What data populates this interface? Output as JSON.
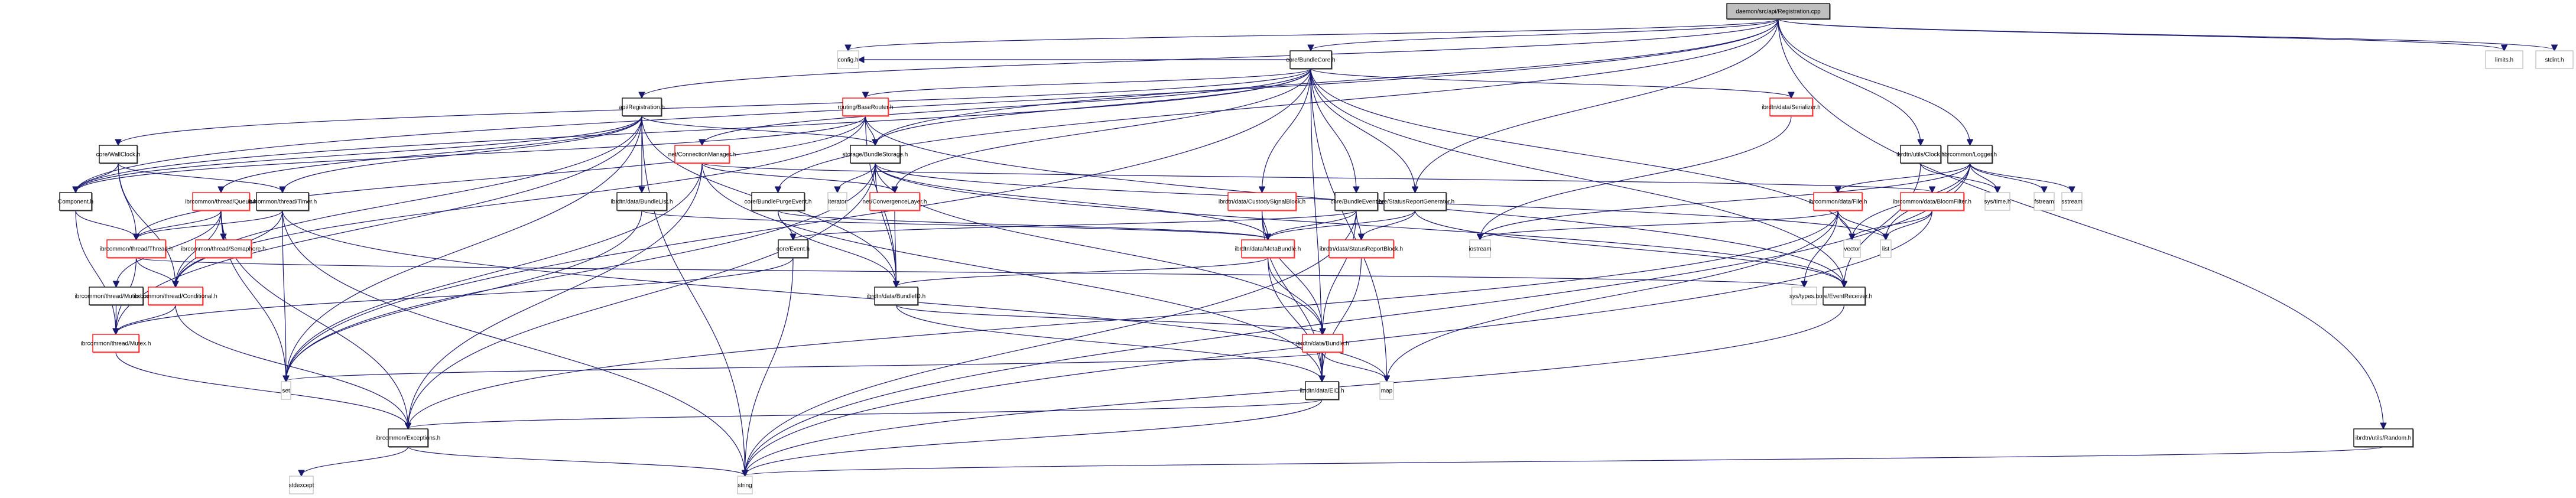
{
  "diagram": {
    "type": "include-dependency-graph",
    "root": "daemon/src/api/Registration.cpp",
    "colors": {
      "root_fill": "#bfbfbf",
      "documented_border": "#000000",
      "truncated_border": "#ff0000",
      "external_border": "#bfbfbf",
      "edge": "#191970"
    },
    "nodes": [
      {
        "id": "root",
        "label": "daemon/src/api/Registration.cpp",
        "kind": "root"
      },
      {
        "id": "config",
        "label": "config.h",
        "kind": "external"
      },
      {
        "id": "bundlecore",
        "label": "core/BundleCore.h",
        "kind": "documented"
      },
      {
        "id": "limits",
        "label": "limits.h",
        "kind": "external"
      },
      {
        "id": "stdint",
        "label": "stdint.h",
        "kind": "external"
      },
      {
        "id": "apireg",
        "label": "api/Registration.h",
        "kind": "documented"
      },
      {
        "id": "baserouter",
        "label": "routing/BaseRouter.h",
        "kind": "truncated"
      },
      {
        "id": "serializer",
        "label": "ibrdtn/data/Serializer.h",
        "kind": "truncated"
      },
      {
        "id": "wallclock",
        "label": "core/WallClock.h",
        "kind": "documented"
      },
      {
        "id": "connmgr",
        "label": "net/ConnectionManager.h",
        "kind": "truncated"
      },
      {
        "id": "bundlestorage",
        "label": "storage/BundleStorage.h",
        "kind": "documented"
      },
      {
        "id": "clock",
        "label": "ibrdtn/utils/Clock.h",
        "kind": "documented"
      },
      {
        "id": "logger",
        "label": "ibrcommon/Logger.h",
        "kind": "documented"
      },
      {
        "id": "component",
        "label": "Component.h",
        "kind": "documented"
      },
      {
        "id": "queue",
        "label": "ibrcommon/thread/Queue.h",
        "kind": "truncated"
      },
      {
        "id": "timer",
        "label": "ibrcommon/thread/Timer.h",
        "kind": "documented"
      },
      {
        "id": "bundlelist",
        "label": "ibrdtn/data/BundleList.h",
        "kind": "documented"
      },
      {
        "id": "purgeevent",
        "label": "core/BundlePurgeEvent.h",
        "kind": "documented"
      },
      {
        "id": "iterator",
        "label": "iterator",
        "kind": "external"
      },
      {
        "id": "convlayer",
        "label": "net/ConvergenceLayer.h",
        "kind": "truncated"
      },
      {
        "id": "custody",
        "label": "ibrdtn/data/CustodySignalBlock.h",
        "kind": "truncated"
      },
      {
        "id": "bundleevent",
        "label": "core/BundleEvent.h",
        "kind": "documented"
      },
      {
        "id": "srgen",
        "label": "core/StatusReportGenerator.h",
        "kind": "documented"
      },
      {
        "id": "file",
        "label": "ibrcommon/data/File.h",
        "kind": "truncated"
      },
      {
        "id": "bloom",
        "label": "ibrcommon/data/BloomFilter.h",
        "kind": "truncated"
      },
      {
        "id": "systime",
        "label": "sys/time.h",
        "kind": "external"
      },
      {
        "id": "fstream",
        "label": "fstream",
        "kind": "external"
      },
      {
        "id": "sstream",
        "label": "sstream",
        "kind": "external"
      },
      {
        "id": "thread",
        "label": "ibrcommon/thread/Thread.h",
        "kind": "truncated"
      },
      {
        "id": "semaphore",
        "label": "ibrcommon/thread/Semaphore.h",
        "kind": "truncated"
      },
      {
        "id": "event",
        "label": "core/Event.h",
        "kind": "documented"
      },
      {
        "id": "metabundle",
        "label": "ibrdtn/data/MetaBundle.h",
        "kind": "truncated"
      },
      {
        "id": "srblock",
        "label": "ibrdtn/data/StatusReportBlock.h",
        "kind": "truncated"
      },
      {
        "id": "iostream",
        "label": "iostream",
        "kind": "external"
      },
      {
        "id": "vector",
        "label": "vector",
        "kind": "external"
      },
      {
        "id": "list",
        "label": "list",
        "kind": "external"
      },
      {
        "id": "mutexlock",
        "label": "ibrcommon/thread/MutexLock.h",
        "kind": "documented"
      },
      {
        "id": "conditional",
        "label": "ibrcommon/thread/Conditional.h",
        "kind": "truncated"
      },
      {
        "id": "bundleid",
        "label": "ibrdtn/data/BundleID.h",
        "kind": "documented"
      },
      {
        "id": "systypes",
        "label": "sys/types.h",
        "kind": "external"
      },
      {
        "id": "eventreceiver",
        "label": "core/EventReceiver.h",
        "kind": "documented"
      },
      {
        "id": "mutex",
        "label": "ibrcommon/thread/Mutex.h",
        "kind": "truncated"
      },
      {
        "id": "bundle",
        "label": "ibrdtn/data/Bundle.h",
        "kind": "truncated"
      },
      {
        "id": "set",
        "label": "set",
        "kind": "external"
      },
      {
        "id": "map",
        "label": "map",
        "kind": "external"
      },
      {
        "id": "eid",
        "label": "ibrdtn/data/EID.h",
        "kind": "documented"
      },
      {
        "id": "exceptions",
        "label": "ibrcommon/Exceptions.h",
        "kind": "documented"
      },
      {
        "id": "random",
        "label": "ibrdtn/utils/Random.h",
        "kind": "documented"
      },
      {
        "id": "stdexcept",
        "label": "stdexcept",
        "kind": "external"
      },
      {
        "id": "string",
        "label": "string",
        "kind": "external"
      }
    ],
    "edges": [
      [
        "root",
        "config"
      ],
      [
        "root",
        "bundlecore"
      ],
      [
        "root",
        "apireg"
      ],
      [
        "root",
        "limits"
      ],
      [
        "root",
        "stdint"
      ],
      [
        "root",
        "bundlestorage"
      ],
      [
        "root",
        "purgeevent"
      ],
      [
        "root",
        "clock"
      ],
      [
        "root",
        "logger"
      ],
      [
        "root",
        "srgen"
      ],
      [
        "root",
        "random"
      ],
      [
        "root",
        "component"
      ],
      [
        "bundlecore",
        "config"
      ],
      [
        "bundlecore",
        "component"
      ],
      [
        "bundlecore",
        "baserouter"
      ],
      [
        "bundlecore",
        "serializer"
      ],
      [
        "bundlecore",
        "connmgr"
      ],
      [
        "bundlecore",
        "bundlestorage"
      ],
      [
        "bundlecore",
        "wallclock"
      ],
      [
        "bundlecore",
        "convlayer"
      ],
      [
        "bundlecore",
        "custody"
      ],
      [
        "bundlecore",
        "bundleevent"
      ],
      [
        "bundlecore",
        "srgen"
      ],
      [
        "bundlecore",
        "eventreceiver"
      ],
      [
        "bundlecore",
        "vector"
      ],
      [
        "bundlecore",
        "map"
      ],
      [
        "bundlecore",
        "set"
      ],
      [
        "bundlecore",
        "eid"
      ],
      [
        "apireg",
        "component"
      ],
      [
        "apireg",
        "queue"
      ],
      [
        "apireg",
        "timer"
      ],
      [
        "apireg",
        "bundlelist"
      ],
      [
        "apireg",
        "bundlestorage"
      ],
      [
        "apireg",
        "bundleid"
      ],
      [
        "apireg",
        "conditional"
      ],
      [
        "apireg",
        "mutex"
      ],
      [
        "apireg",
        "set"
      ],
      [
        "apireg",
        "string"
      ],
      [
        "baserouter",
        "component"
      ],
      [
        "baserouter",
        "thread"
      ],
      [
        "baserouter",
        "bundlestorage"
      ],
      [
        "baserouter",
        "bundleid"
      ],
      [
        "baserouter",
        "eventreceiver"
      ],
      [
        "baserouter",
        "conditional"
      ],
      [
        "serializer",
        "iostream"
      ],
      [
        "wallclock",
        "component"
      ],
      [
        "wallclock",
        "thread"
      ],
      [
        "wallclock",
        "timer"
      ],
      [
        "wallclock",
        "conditional"
      ],
      [
        "connmgr",
        "convlayer"
      ],
      [
        "connmgr",
        "exceptions"
      ],
      [
        "connmgr",
        "eid"
      ],
      [
        "connmgr",
        "set"
      ],
      [
        "connmgr",
        "bloom"
      ],
      [
        "bundlestorage",
        "iterator"
      ],
      [
        "bundlestorage",
        "bundleid"
      ],
      [
        "bundlestorage",
        "metabundle"
      ],
      [
        "bundlestorage",
        "bundle"
      ],
      [
        "bundlestorage",
        "exceptions"
      ],
      [
        "bundlestorage",
        "set"
      ],
      [
        "bundlestorage",
        "list"
      ],
      [
        "bundlestorage",
        "eventreceiver"
      ],
      [
        "clock",
        "systime"
      ],
      [
        "clock",
        "eventreceiver"
      ],
      [
        "logger",
        "file"
      ],
      [
        "logger",
        "systime"
      ],
      [
        "logger",
        "fstream"
      ],
      [
        "logger",
        "sstream"
      ],
      [
        "logger",
        "iostream"
      ],
      [
        "logger",
        "string"
      ],
      [
        "logger",
        "list"
      ],
      [
        "logger",
        "vector"
      ],
      [
        "component",
        "thread"
      ],
      [
        "component",
        "mutex"
      ],
      [
        "queue",
        "thread"
      ],
      [
        "queue",
        "semaphore"
      ],
      [
        "queue",
        "mutexlock"
      ],
      [
        "queue",
        "conditional"
      ],
      [
        "queue",
        "exceptions"
      ],
      [
        "queue",
        "set"
      ],
      [
        "timer",
        "thread"
      ],
      [
        "timer",
        "conditional"
      ],
      [
        "timer",
        "set"
      ],
      [
        "timer",
        "string"
      ],
      [
        "timer",
        "map"
      ],
      [
        "bundlelist",
        "metabundle"
      ],
      [
        "bundlelist",
        "set"
      ],
      [
        "purgeevent",
        "event"
      ],
      [
        "purgeevent",
        "bundleid"
      ],
      [
        "purgeevent",
        "metabundle"
      ],
      [
        "convlayer",
        "bundleid"
      ],
      [
        "custody",
        "metabundle"
      ],
      [
        "custody",
        "eid"
      ],
      [
        "custody",
        "bundle"
      ],
      [
        "bundleevent",
        "event"
      ],
      [
        "bundleevent",
        "metabundle"
      ],
      [
        "bundleevent",
        "srblock"
      ],
      [
        "bundleevent",
        "bundle"
      ],
      [
        "bundleevent",
        "string"
      ],
      [
        "srgen",
        "eventreceiver"
      ],
      [
        "srgen",
        "srblock"
      ],
      [
        "srgen",
        "metabundle"
      ],
      [
        "file",
        "iostream"
      ],
      [
        "file",
        "map"
      ],
      [
        "file",
        "list"
      ],
      [
        "file",
        "systypes"
      ],
      [
        "file",
        "vector"
      ],
      [
        "file",
        "exceptions"
      ],
      [
        "bloom",
        "list"
      ],
      [
        "bloom",
        "vector"
      ],
      [
        "bloom",
        "string"
      ],
      [
        "thread",
        "conditional"
      ],
      [
        "thread",
        "mutex"
      ],
      [
        "thread",
        "systypes"
      ],
      [
        "event",
        "mutex"
      ],
      [
        "event",
        "string"
      ],
      [
        "metabundle",
        "bundleid"
      ],
      [
        "metabundle",
        "bundle"
      ],
      [
        "metabundle",
        "eid"
      ],
      [
        "srblock",
        "eid"
      ],
      [
        "mutexlock",
        "mutex"
      ],
      [
        "conditional",
        "mutex"
      ],
      [
        "conditional",
        "exceptions"
      ],
      [
        "bundleid",
        "bundle"
      ],
      [
        "bundleid",
        "eid"
      ],
      [
        "eventreceiver",
        "string"
      ],
      [
        "mutex",
        "exceptions"
      ],
      [
        "bundle",
        "eid"
      ],
      [
        "bundle",
        "map"
      ],
      [
        "bundle",
        "set"
      ],
      [
        "eid",
        "exceptions"
      ],
      [
        "eid",
        "string"
      ],
      [
        "exceptions",
        "stdexcept"
      ],
      [
        "exceptions",
        "string"
      ],
      [
        "random",
        "string"
      ]
    ]
  }
}
